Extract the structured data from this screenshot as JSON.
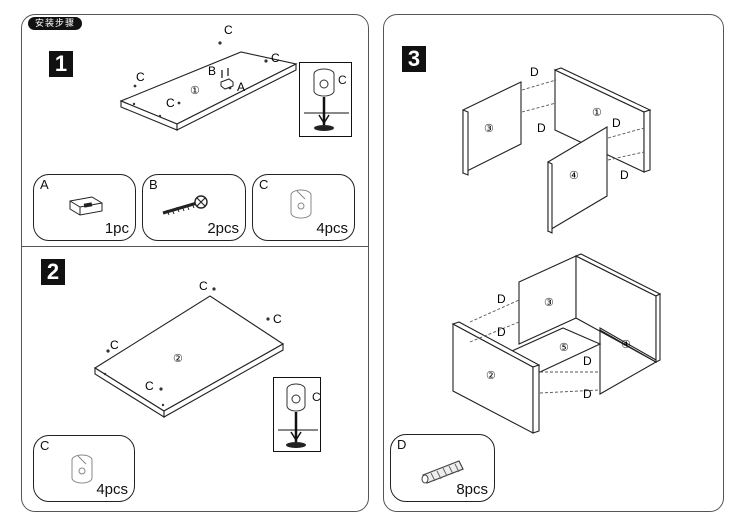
{
  "header": {
    "title": "安装步骤"
  },
  "steps": [
    {
      "number": "1",
      "main_part": "①",
      "parts": {
        "A": "A",
        "B": "B",
        "C": "C"
      }
    },
    {
      "number": "2",
      "main_part": "②",
      "parts": {
        "C": "C"
      }
    },
    {
      "number": "3",
      "parts": {
        "D": "D"
      }
    }
  ],
  "step3_panels": [
    "③",
    "①",
    "④",
    "②",
    "⑤"
  ],
  "hardware": [
    {
      "letter": "A",
      "count": "1pc"
    },
    {
      "letter": "B",
      "count": "2pcs"
    },
    {
      "letter": "C",
      "count": "4pcs"
    },
    {
      "letter": "C",
      "count": "4pcs"
    },
    {
      "letter": "D",
      "count": "8pcs"
    }
  ]
}
